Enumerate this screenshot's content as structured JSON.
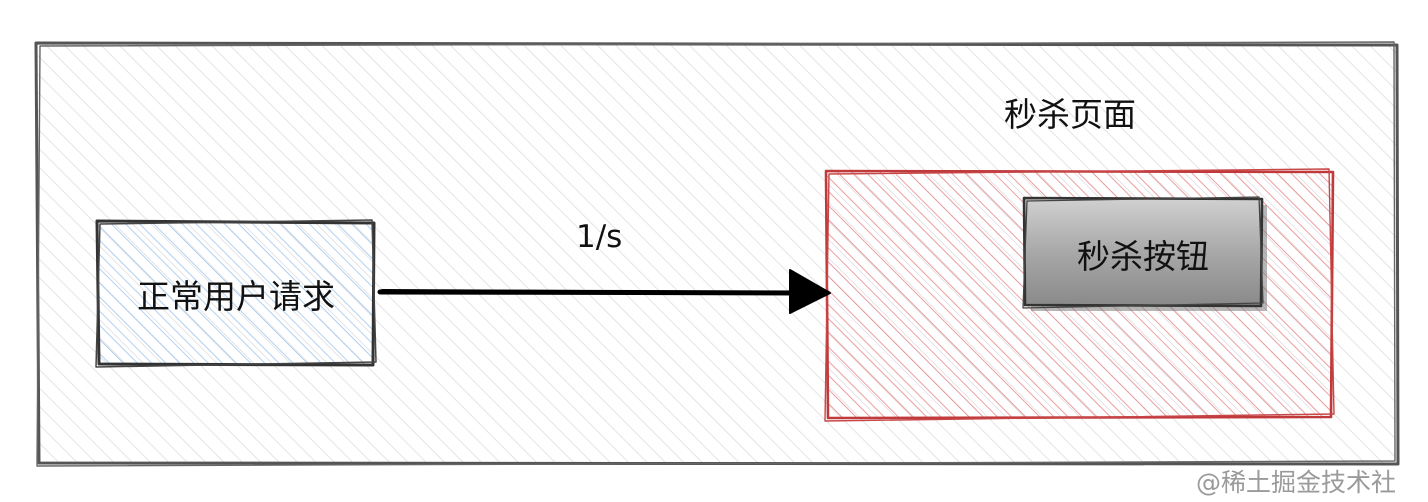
{
  "colors": {
    "outer_stroke": "#555555",
    "outer_hatch": "#e4e4e4",
    "user_stroke": "#333333",
    "user_hatch": "#9cc4ef",
    "page_stroke": "#c0393b",
    "page_hatch": "#e58d8f",
    "button_fill": "#9e9e9e",
    "button_stroke": "#333333",
    "arrow": "#000000"
  },
  "nodes": {
    "user_request": "正常用户请求",
    "seckill_page": "秒杀页面",
    "seckill_button": "秒杀按钮"
  },
  "edges": [
    {
      "from": "user_request",
      "to": "seckill_page",
      "label": "1/s"
    }
  ],
  "watermark": "@稀土掘金技术社"
}
